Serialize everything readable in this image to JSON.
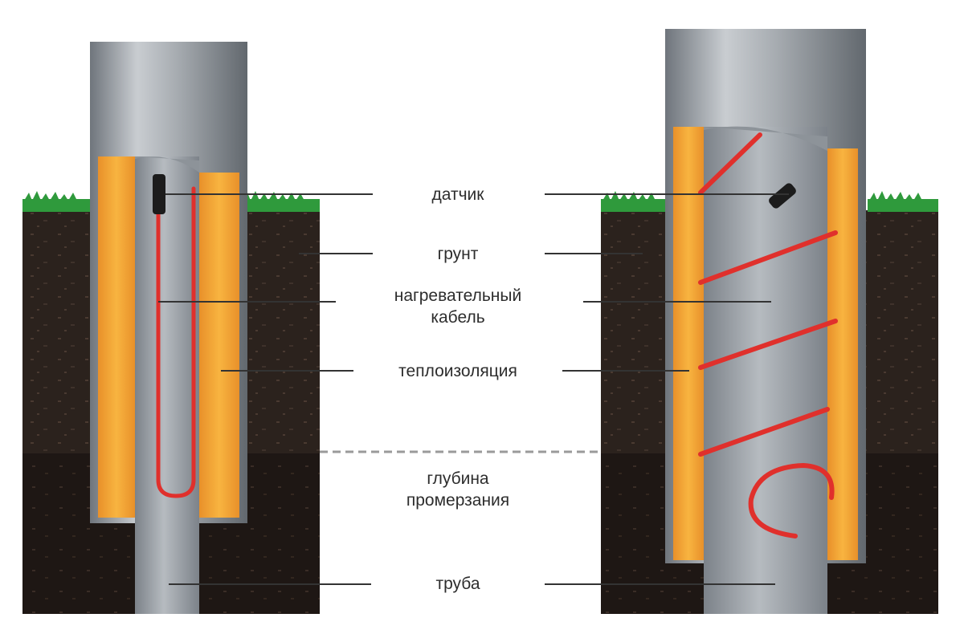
{
  "labels": {
    "sensor": "датчик",
    "soil": "грунт",
    "cable_line1": "нагревательный",
    "cable_line2": "кабель",
    "insulation": "теплоизоляция",
    "depth_line1": "глубина",
    "depth_line2": "промерзания",
    "pipe": "труба"
  },
  "colors": {
    "soil_top": "#2b221d",
    "soil_deep": "#1e1714",
    "grass": "#2f9a3c",
    "insulation": "#f3a62d",
    "pipe": "#9da2a8",
    "cable": "#e0302c",
    "sensor": "#1c1c1c",
    "leader_line": "#333333",
    "frost_line": "#9a9a9a"
  }
}
